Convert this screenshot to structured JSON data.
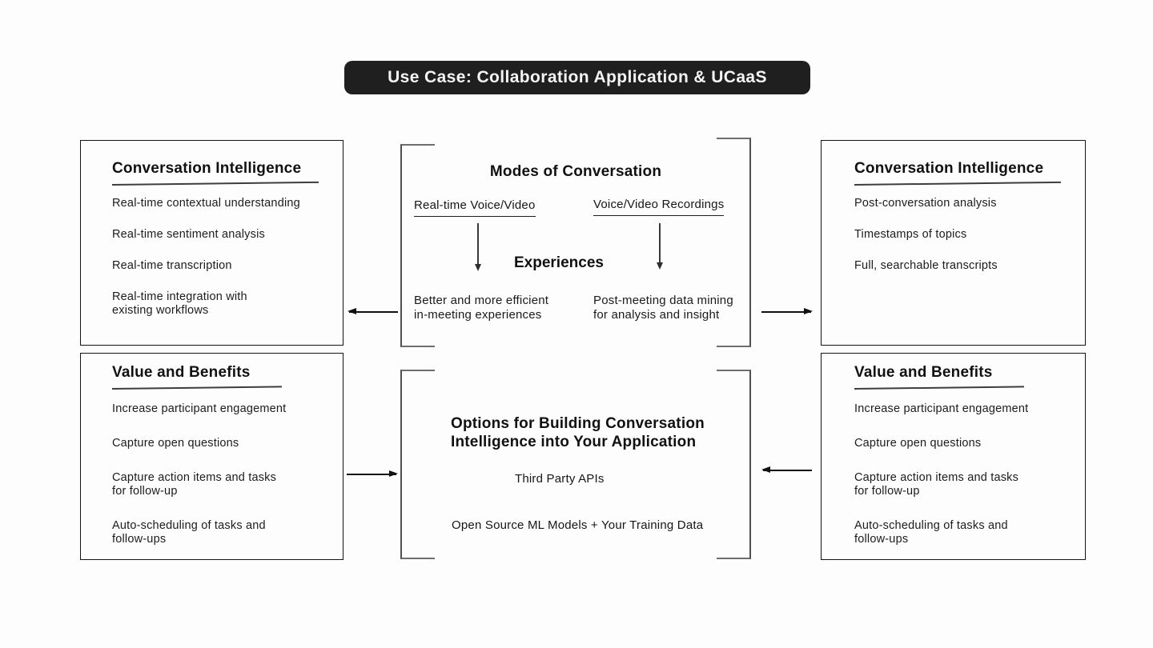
{
  "title_badge": "Use Case: Collaboration Application & UCaaS",
  "boxes": {
    "top_left": {
      "heading": "Conversation Intelligence",
      "items": [
        "Real-time contextual understanding",
        "Real-time sentiment analysis",
        "Real-time transcription",
        "Real-time integration with\nexisting workflows"
      ]
    },
    "top_right": {
      "heading": "Conversation Intelligence",
      "items": [
        "Post-conversation analysis",
        "Timestamps of topics",
        "Full, searchable transcripts"
      ]
    },
    "bottom_left": {
      "heading": "Value and Benefits",
      "items": [
        "Increase participant engagement",
        "Capture open questions",
        "Capture action items and tasks\nfor follow-up",
        "Auto-scheduling of tasks and\nfollow-ups"
      ]
    },
    "bottom_right": {
      "heading": "Value and Benefits",
      "items": [
        "Increase participant engagement",
        "Capture open questions",
        "Capture action items and tasks\nfor follow-up",
        "Auto-scheduling of tasks and\nfollow-ups"
      ]
    }
  },
  "modes_section": {
    "title": "Modes of Conversation",
    "left_mode": "Real-time Voice/Video",
    "right_mode": "Voice/Video Recordings",
    "experiences_label": "Experiences",
    "left_outcome": "Better and more efficient\nin-meeting experiences",
    "right_outcome": "Post-meeting data mining\nfor analysis and insight"
  },
  "options_section": {
    "title": "Options for Building Conversation\nIntelligence into Your Application",
    "options": [
      "Third Party APIs",
      "Open Source ML Models + Your Training Data"
    ]
  },
  "colors": {
    "badge_bg": "#1f1f1f",
    "badge_text": "#f4f4f4",
    "text": "#1b1b1b",
    "box_border": "#141414",
    "bracket": "#4f4f4f",
    "arrow": "#111111"
  }
}
